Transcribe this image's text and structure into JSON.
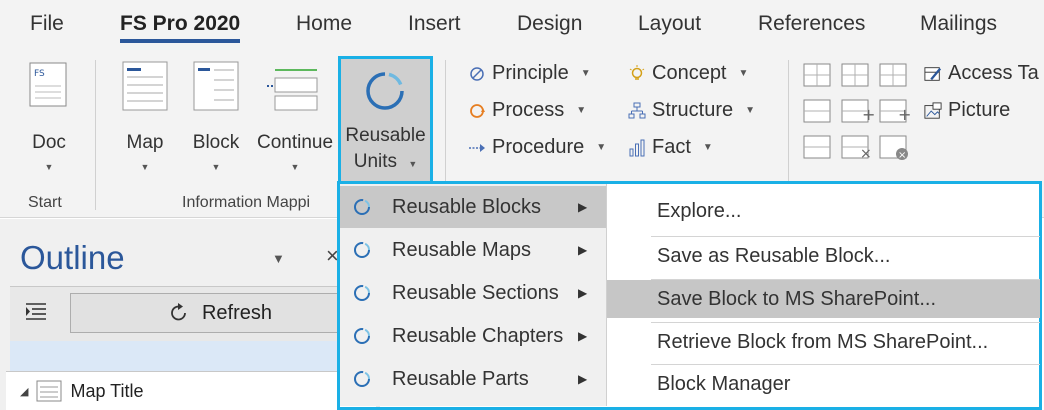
{
  "tabs": [
    "File",
    "FS Pro 2020",
    "Home",
    "Insert",
    "Design",
    "Layout",
    "References",
    "Mailings"
  ],
  "ribbon": {
    "start": {
      "doc_label": "Doc",
      "doc_icon_text": "FS",
      "group_label": "Start"
    },
    "information_mapping": {
      "map_label": "Map",
      "block_label": "Block",
      "continue_label": "Continue",
      "reusable_line1": "Reusable",
      "reusable_line2": "Units",
      "group_label": "Information Mappi"
    },
    "types": {
      "principle": "Principle",
      "process": "Process",
      "procedure": "Procedure",
      "concept": "Concept",
      "structure": "Structure",
      "fact": "Fact"
    },
    "table": {
      "access": "Access Ta",
      "picture": "Picture"
    }
  },
  "outline": {
    "title": "Outline",
    "refresh_label": "Refresh",
    "tree_root": "Map Title"
  },
  "reusable_menu": {
    "items": [
      "Reusable Blocks",
      "Reusable Maps",
      "Reusable Sections",
      "Reusable Chapters",
      "Reusable Parts"
    ],
    "highlighted_index": 0
  },
  "blocks_submenu": {
    "items": [
      "Explore...",
      "Save as Reusable Block...",
      "Save Block to MS SharePoint...",
      "Retrieve Block from MS SharePoint...",
      "Block Manager"
    ],
    "highlighted_index": 2
  },
  "colors": {
    "accent_blue": "#2b579a",
    "highlight_border": "#1ab0e6"
  }
}
